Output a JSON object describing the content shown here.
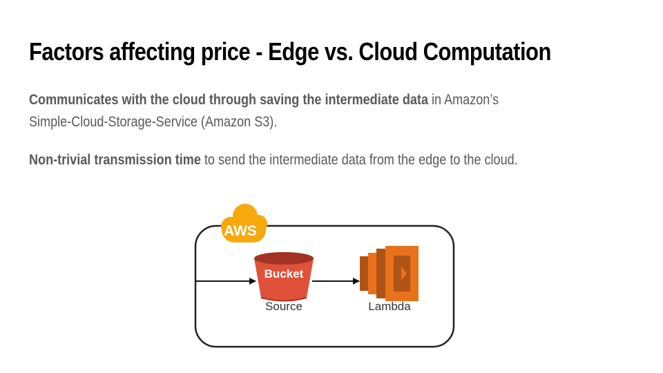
{
  "slide": {
    "title": "Factors affecting price - Edge vs. Cloud Computation",
    "paragraph1": {
      "bold": "Communicates with the cloud through saving the intermediate data",
      "rest": " in Amazon’s",
      "line2": "Simple-Cloud-Storage-Service (Amazon S3)."
    },
    "paragraph2": {
      "bold": "Non-trivial transmission time",
      "rest": " to send the intermediate data from the edge to the cloud."
    }
  },
  "diagram": {
    "cloud_label": "AWS",
    "bucket_label": "Bucket",
    "source_label": "Source",
    "lambda_label": "Lambda",
    "colors": {
      "aws_orange": "#F7A80D",
      "bucket_red": "#E0513A",
      "bucket_dark": "#A33424",
      "lambda_orange": "#E8721C",
      "lambda_dark": "#B05316",
      "border": "#222222"
    }
  }
}
